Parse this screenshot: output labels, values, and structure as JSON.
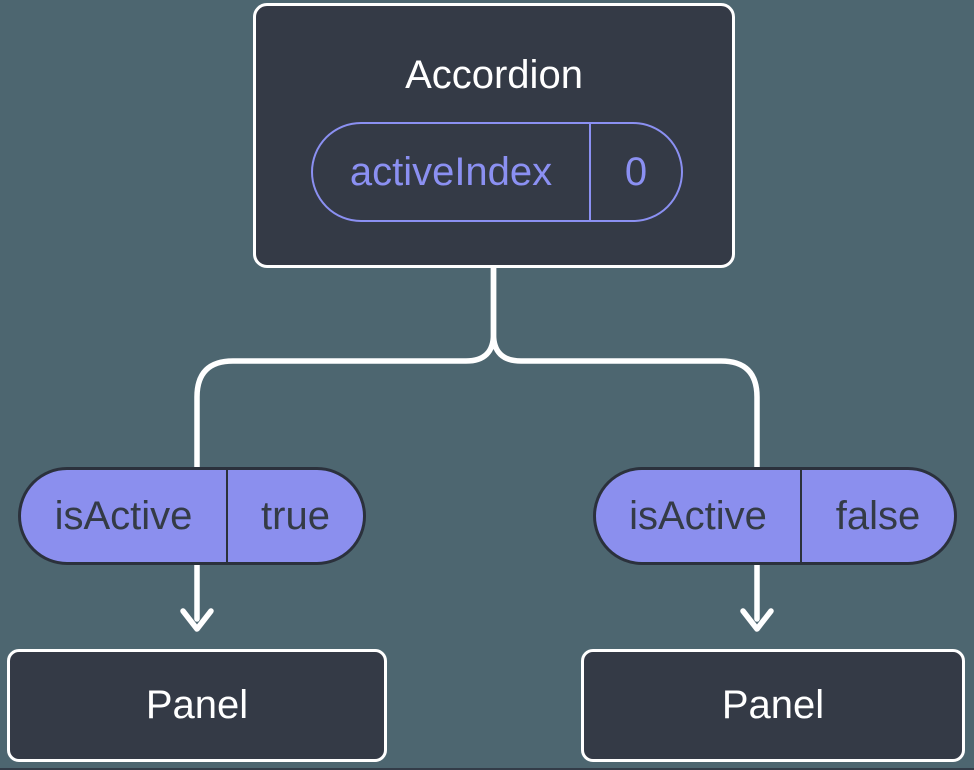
{
  "diagram": {
    "background_color": "#4d6670",
    "node_fill_color": "#343a46",
    "node_border_color": "#ffffff",
    "connector_color": "#ffffff",
    "pill_fill_color": "#8b8fee",
    "pill_outline_purple": "#8b90f2",
    "pill_text_dark": "#343b46",
    "root": {
      "title": "Accordion",
      "state_pill": {
        "name": "activeIndex",
        "value": "0"
      }
    },
    "children": [
      {
        "prop_pill": {
          "name": "isActive",
          "value": "true"
        },
        "node": {
          "title": "Panel"
        }
      },
      {
        "prop_pill": {
          "name": "isActive",
          "value": "false"
        },
        "node": {
          "title": "Panel"
        }
      }
    ]
  }
}
